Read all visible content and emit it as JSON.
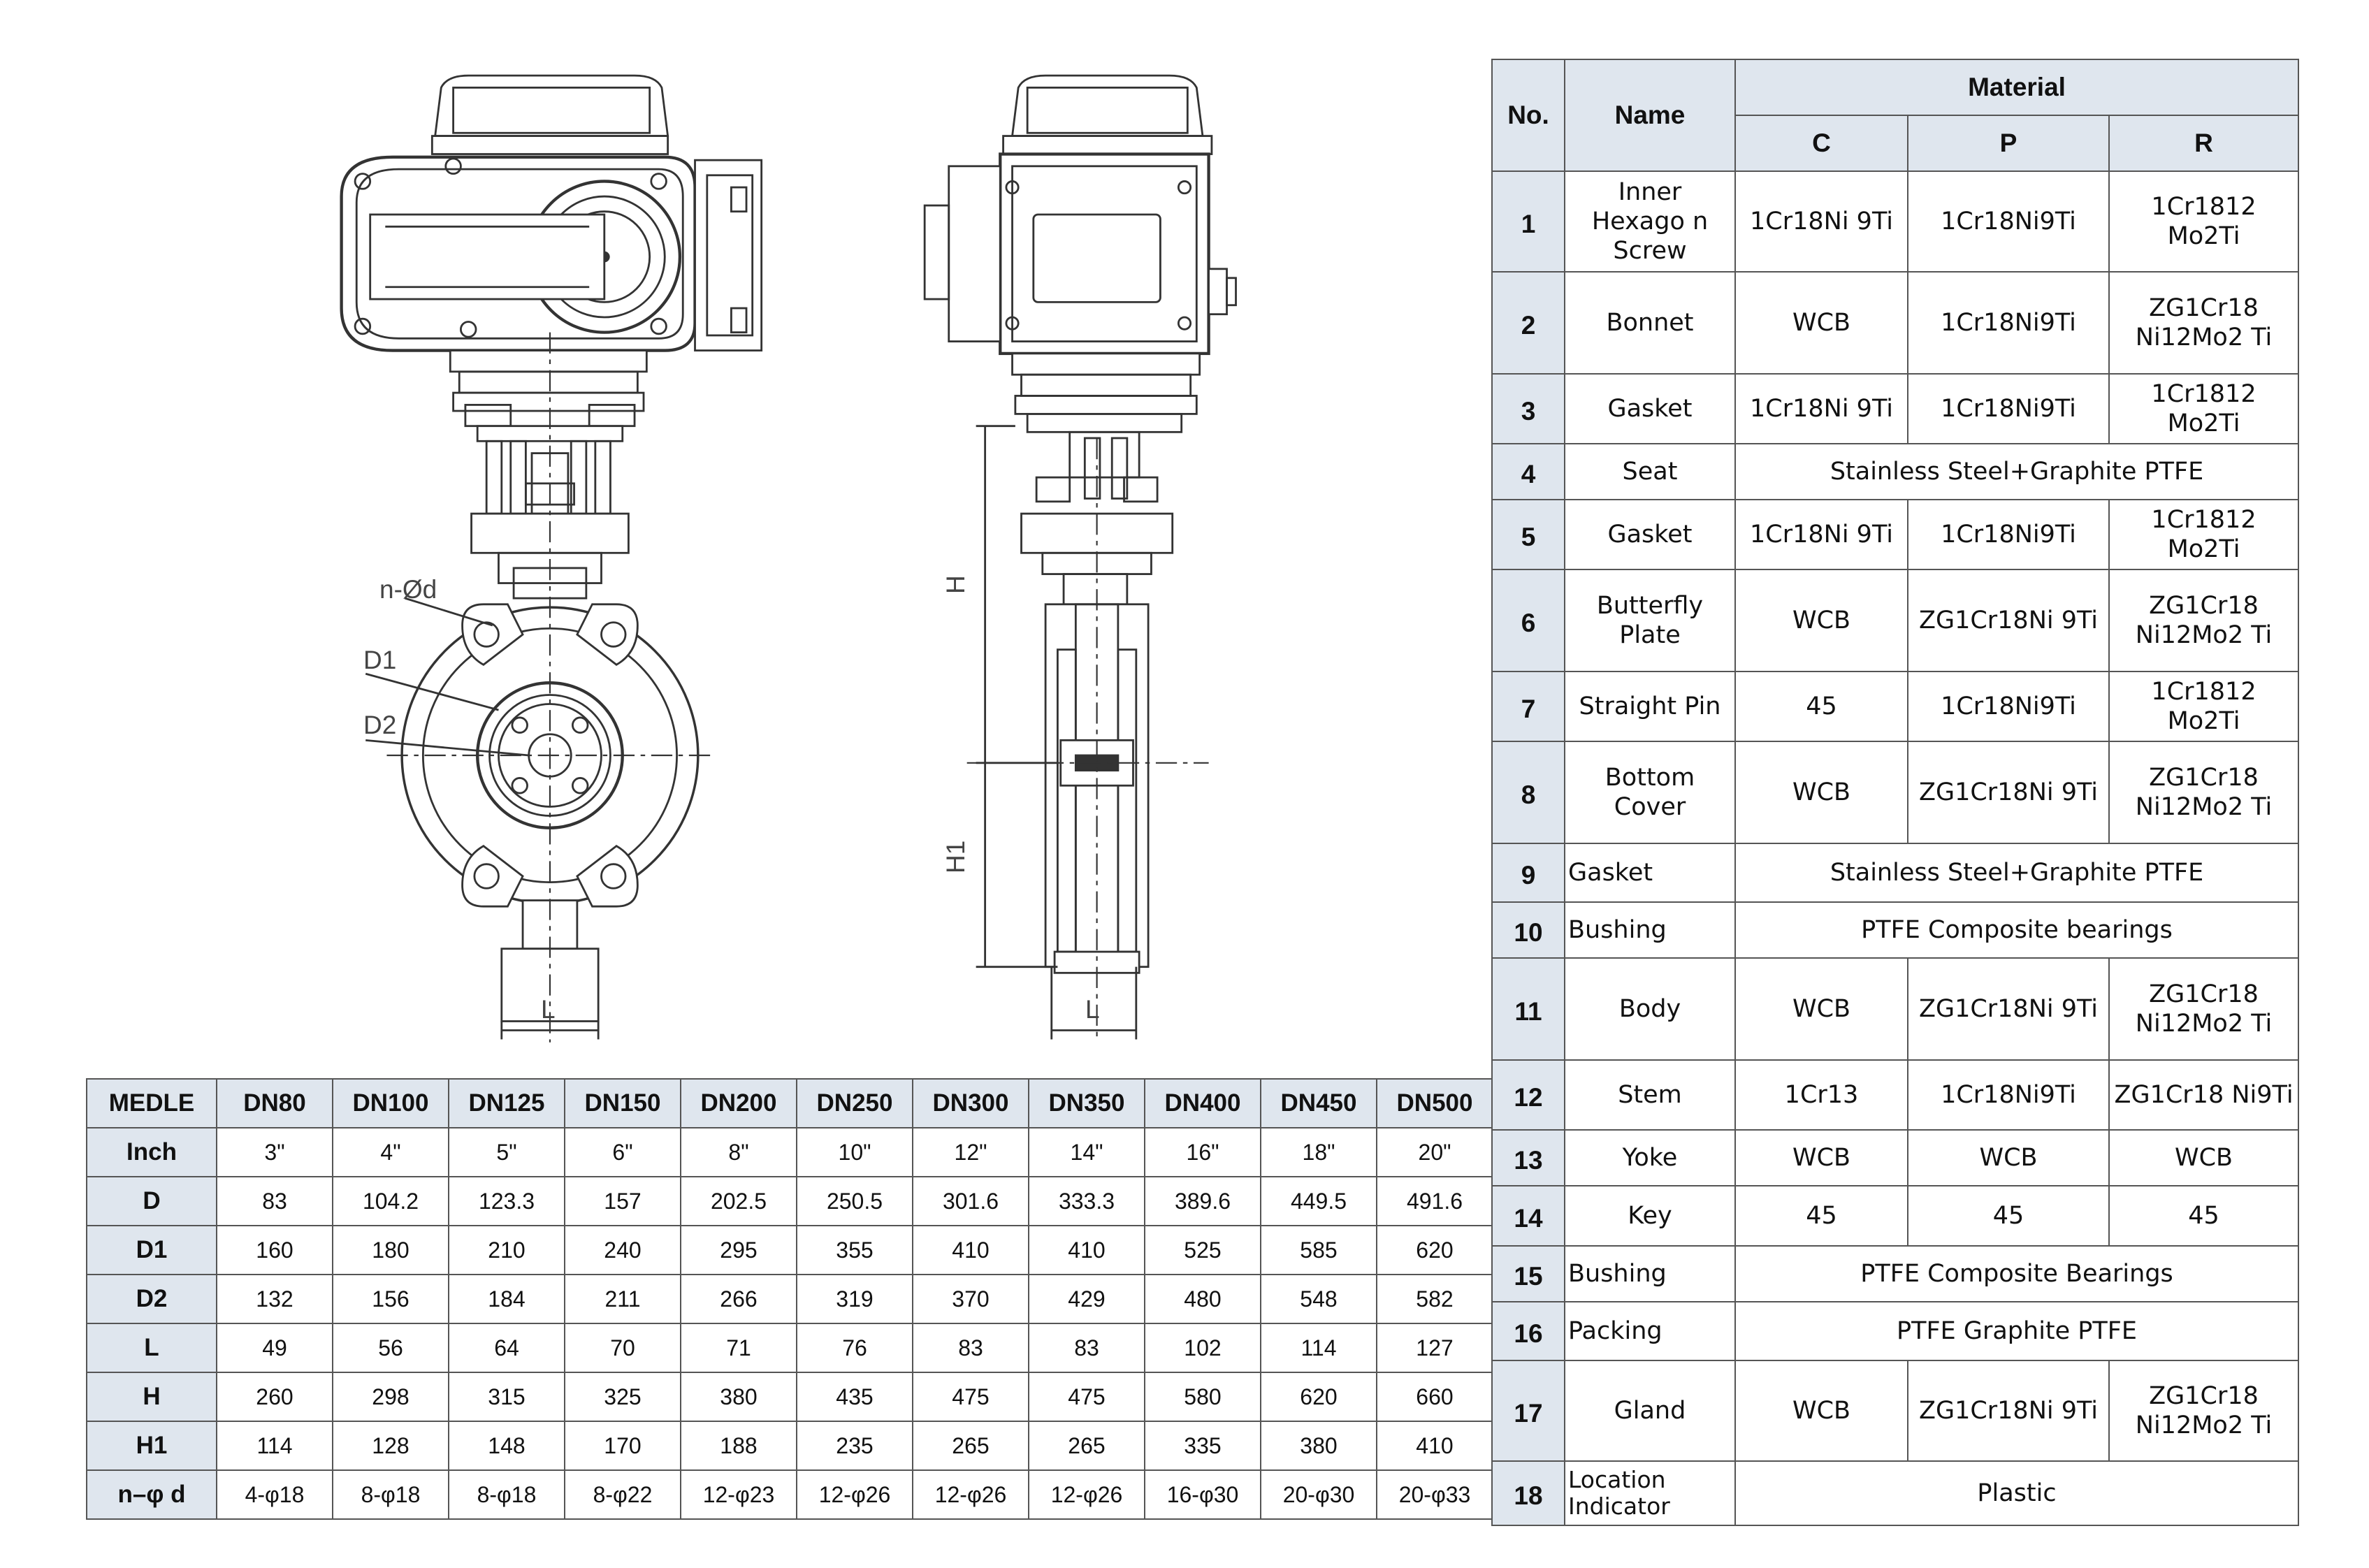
{
  "drawing_labels": {
    "n_od": "n-Ød",
    "d1": "D1",
    "d2": "D2",
    "l_front": "L",
    "l_side": "L",
    "h": "H",
    "h1": "H1"
  },
  "dimensions_table": {
    "header": [
      "MEDLE",
      "DN80",
      "DN100",
      "DN125",
      "DN150",
      "DN200",
      "DN250",
      "DN300",
      "DN350",
      "DN400",
      "DN450",
      "DN500"
    ],
    "rows": [
      {
        "label": "Inch",
        "values": [
          "3\"",
          "4\"",
          "5\"",
          "6\"",
          "8\"",
          "10\"",
          "12\"",
          "14\"",
          "16\"",
          "18\"",
          "20\""
        ]
      },
      {
        "label": "D",
        "values": [
          "83",
          "104.2",
          "123.3",
          "157",
          "202.5",
          "250.5",
          "301.6",
          "333.3",
          "389.6",
          "449.5",
          "491.6"
        ]
      },
      {
        "label": "D1",
        "values": [
          "160",
          "180",
          "210",
          "240",
          "295",
          "355",
          "410",
          "410",
          "525",
          "585",
          "620"
        ]
      },
      {
        "label": "D2",
        "values": [
          "132",
          "156",
          "184",
          "211",
          "266",
          "319",
          "370",
          "429",
          "480",
          "548",
          "582"
        ]
      },
      {
        "label": "L",
        "values": [
          "49",
          "56",
          "64",
          "70",
          "71",
          "76",
          "83",
          "83",
          "102",
          "114",
          "127"
        ]
      },
      {
        "label": "H",
        "values": [
          "260",
          "298",
          "315",
          "325",
          "380",
          "435",
          "475",
          "475",
          "580",
          "620",
          "660"
        ]
      },
      {
        "label": "H1",
        "values": [
          "114",
          "128",
          "148",
          "170",
          "188",
          "235",
          "265",
          "265",
          "335",
          "380",
          "410"
        ]
      },
      {
        "label": "n–φ d",
        "values": [
          "4-φ18",
          "8-φ18",
          "8-φ18",
          "8-φ22",
          "12-φ23",
          "12-φ26",
          "12-φ26",
          "12-φ26",
          "16-φ30",
          "20-φ30",
          "20-φ33"
        ]
      }
    ]
  },
  "material_table": {
    "headers": {
      "no": "No.",
      "name": "Name",
      "material": "Material",
      "c": "C",
      "p": "P",
      "r": "R"
    },
    "rows": [
      {
        "no": "1",
        "name": "Inner Hexago n Screw",
        "c": "1Cr18Ni 9Ti",
        "p": "1Cr18Ni9Ti",
        "r": "1Cr1812 Mo2Ti"
      },
      {
        "no": "2",
        "name": "Bonnet",
        "c": "WCB",
        "p": "1Cr18Ni9Ti",
        "r": "ZG1Cr18 Ni12Mo2 Ti"
      },
      {
        "no": "3",
        "name": "Gasket",
        "c": "1Cr18Ni 9Ti",
        "p": "1Cr18Ni9Ti",
        "r": "1Cr1812 Mo2Ti"
      },
      {
        "no": "4",
        "name": "Seat",
        "span": "Stainless Steel+Graphite PTFE"
      },
      {
        "no": "5",
        "name": "Gasket",
        "c": "1Cr18Ni 9Ti",
        "p": "1Cr18Ni9Ti",
        "r": "1Cr1812 Mo2Ti"
      },
      {
        "no": "6",
        "name": "Butterfly Plate",
        "c": "WCB",
        "p": "ZG1Cr18Ni 9Ti",
        "r": "ZG1Cr18 Ni12Mo2 Ti"
      },
      {
        "no": "7",
        "name": "Straight Pin",
        "c": "45",
        "p": "1Cr18Ni9Ti",
        "r": "1Cr1812 Mo2Ti"
      },
      {
        "no": "8",
        "name": "Bottom Cover",
        "c": "WCB",
        "p": "ZG1Cr18Ni 9Ti",
        "r": "ZG1Cr18 Ni12Mo2 Ti"
      },
      {
        "no": "9",
        "name": "Gasket",
        "span": "Stainless Steel+Graphite PTFE"
      },
      {
        "no": "10",
        "name": "Bushing",
        "span": "PTFE Composite bearings"
      },
      {
        "no": "11",
        "name": "Body",
        "c": "WCB",
        "p": "ZG1Cr18Ni 9Ti",
        "r": "ZG1Cr18 Ni12Mo2 Ti"
      },
      {
        "no": "12",
        "name": "Stem",
        "c": "1Cr13",
        "p": "1Cr18Ni9Ti",
        "r": "ZG1Cr18 Ni9Ti"
      },
      {
        "no": "13",
        "name": "Yoke",
        "c": "WCB",
        "p": "WCB",
        "r": "WCB"
      },
      {
        "no": "14",
        "name": "Key",
        "c": "45",
        "p": "45",
        "r": "45"
      },
      {
        "no": "15",
        "name": "Bushing",
        "span": "PTFE Composite Bearings"
      },
      {
        "no": "16",
        "name": "Packing",
        "span": "PTFE Graphite PTFE"
      },
      {
        "no": "17",
        "name": "Gland",
        "c": "WCB",
        "p": "ZG1Cr18Ni 9Ti",
        "r": "ZG1Cr18 Ni12Mo2 Ti"
      },
      {
        "no": "18",
        "name": "Location Indicator",
        "span": "Plastic"
      }
    ]
  }
}
